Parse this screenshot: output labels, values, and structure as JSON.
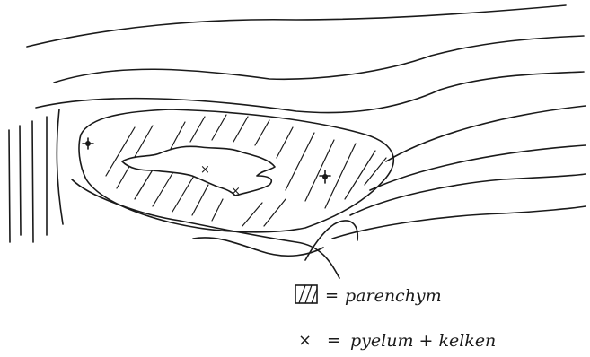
{
  "legend": {
    "items": [
      {
        "symbol": "hatched-box",
        "equals": "=",
        "label": "parenchym"
      },
      {
        "symbol": "×",
        "equals": "=",
        "label": "pyelum + kelken"
      }
    ]
  },
  "markers": {
    "pelvis_mark_1": "×",
    "pelvis_mark_2": "×"
  }
}
